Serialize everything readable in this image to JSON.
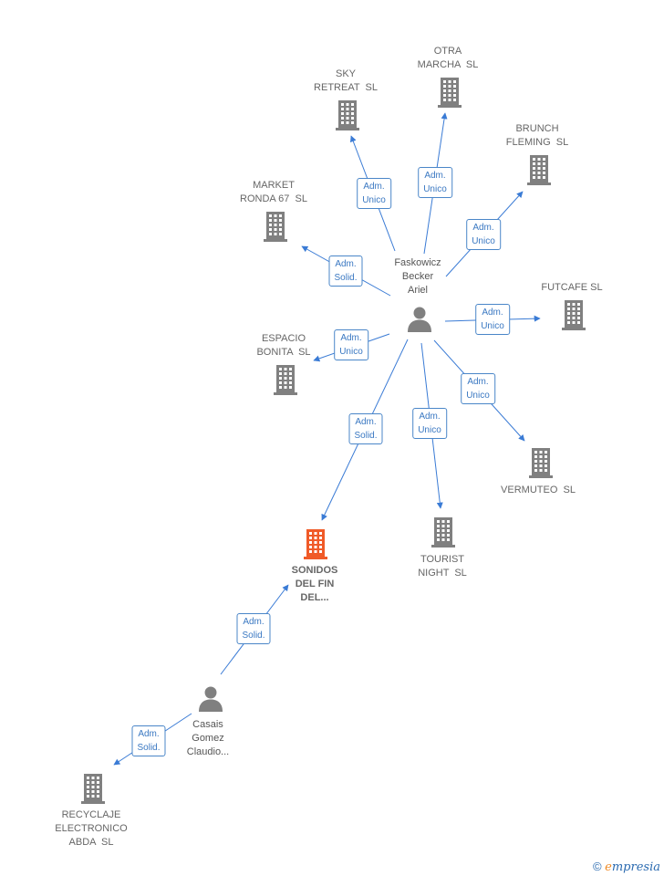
{
  "colors": {
    "edge": "#3a7bd5",
    "building": "#808080",
    "building_focus": "#f05a28",
    "person": "#808080"
  },
  "nodes": {
    "faskowicz": "Faskowicz\nBecker\nAriel",
    "casais": "Casais\nGomez\nClaudio...",
    "sky": "SKY\nRETREAT  SL",
    "otra": "OTRA\nMARCHA  SL",
    "brunch": "BRUNCH\nFLEMING  SL",
    "market": "MARKET\nRONDA 67  SL",
    "futcafe": "FUTCAFE SL",
    "espacio": "ESPACIO\nBONITA  SL",
    "vermuteo": "VERMUTEO  SL",
    "tourist": "TOURIST\nNIGHT  SL",
    "sonidos": "SONIDOS\nDEL FIN\nDEL...",
    "recyclaje": "RECYCLAJE\nELECTRONICO\nABDA  SL"
  },
  "edges": {
    "sky": "Adm.\nUnico",
    "otra": "Adm.\nUnico",
    "brunch": "Adm.\nUnico",
    "market": "Adm.\nSolid.",
    "futcafe": "Adm.\nUnico",
    "espacio": "Adm.\nUnico",
    "vermuteo": "Adm.\nUnico",
    "tourist": "Adm.\nUnico",
    "sonidos_f": "Adm.\nSolid.",
    "sonidos_c": "Adm.\nSolid.",
    "recyclaje": "Adm.\nSolid."
  },
  "footer": {
    "copyright": "©",
    "brand_initial": "e",
    "brand_rest": "mpresia"
  }
}
